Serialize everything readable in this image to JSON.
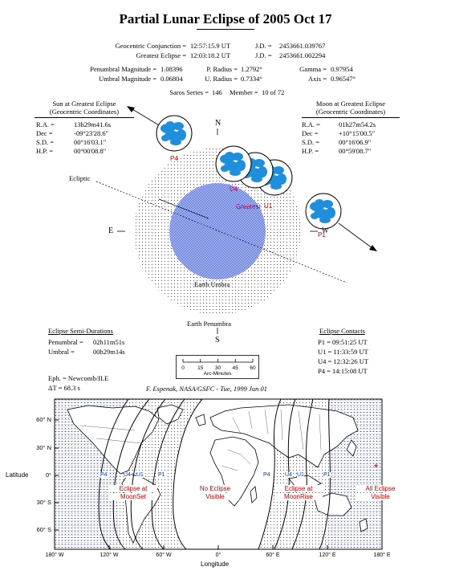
{
  "title": "Partial Lunar Eclipse of 2005 Oct 17",
  "header": {
    "geo_conj_label": "Geocentric Conjunction =",
    "geo_conj_val": "12:57:15.9  UT",
    "geo_conj_jd_label": "J.D. =",
    "geo_conj_jd": "2453661.039767",
    "greatest_label": "Greatest Eclipse =",
    "greatest_val": "12:03:18.2  UT",
    "greatest_jd_label": "J.D. =",
    "greatest_jd": "2453661.002294",
    "pen_mag_label": "Penumbral Magnitude =",
    "pen_mag": "1.08396",
    "p_radius_label": "P. Radius =",
    "p_radius": "1.2792°",
    "gamma_label": "Gamma =",
    "gamma": "0.97954",
    "umb_mag_label": "Umbral Magnitude =",
    "umb_mag": "0.06804",
    "u_radius_label": "U. Radius =",
    "u_radius": "0.7334°",
    "axis_label": "Axis =",
    "axis": "0.96547°",
    "saros_label": "Saros Series =",
    "saros": "146",
    "member_label": "Member =",
    "member": "10 of 72"
  },
  "sun": {
    "heading1": "Sun at Greatest Eclipse",
    "heading2": "(Geocentric Coordinates)",
    "rows": [
      {
        "k": "R.A. =",
        "v": "13h29m41.6s"
      },
      {
        "k": "Dec =",
        "v": "-09°23'28.6\""
      },
      {
        "k": "S.D. =",
        "v": "00°16'03.1\""
      },
      {
        "k": "H.P. =",
        "v": "00°00'08.8\""
      }
    ]
  },
  "moon": {
    "heading1": "Moon at Greatest Eclipse",
    "heading2": "(Geocentric Coordinates)",
    "rows": [
      {
        "k": "R.A. =",
        "v": "01h27m54.2s"
      },
      {
        "k": "Dec =",
        "v": "+10°15'00.5\""
      },
      {
        "k": "S.D. =",
        "v": "00°16'06.9\""
      },
      {
        "k": "H.P. =",
        "v": "00°59'08.7\""
      }
    ]
  },
  "diagram": {
    "north": "N",
    "south": "S",
    "east": "E",
    "west": "W",
    "ecliptic": "Ecliptic",
    "umbra": "Earth Umbra",
    "penumbra": "Earth Penumbra",
    "p4": "P4",
    "u4": "U4",
    "greatest": "Greatest",
    "u1": "U1",
    "p1": "P1",
    "colors": {
      "dots": "#3344cc",
      "moon": "#1f8fdc",
      "contact": "#c00000"
    }
  },
  "semi": {
    "heading": "Eclipse Semi-Durations",
    "rows": [
      {
        "k": "Penumbral =",
        "v": "02h11m51s"
      },
      {
        "k": "Umbral =",
        "v": "00h29m14s"
      }
    ]
  },
  "contacts": {
    "heading": "Eclipse Contacts",
    "rows": [
      "P1 = 09:51:25 UT",
      "U1 = 11:33:59 UT",
      "U4 = 12:32:26 UT",
      "P4 = 14:15:08 UT"
    ]
  },
  "scale": {
    "ticks": [
      "0",
      "15",
      "30",
      "45",
      "60"
    ],
    "label": "Arc-Minutes"
  },
  "eph": "Eph. = Newcomb/ILE",
  "delta_t": "ΔT =     68.3 s",
  "credit": "F. Espenak, NASA/GSFC - Tue, 1999 Jun 01",
  "map": {
    "ylabel": "Latitude",
    "xlabel": "Longitude",
    "lat_ticks": [
      "60° N",
      "30° N",
      "0°",
      "30° S",
      "60° S"
    ],
    "lon_ticks": [
      "180° W",
      "120° W",
      "60° W",
      "0°",
      "60° E",
      "120° E",
      "180° E"
    ],
    "curve_labels_west": [
      "P4",
      "U4",
      "U1",
      "P1"
    ],
    "curve_labels_east": [
      "P4",
      "U4",
      "U1",
      "P1"
    ],
    "zones": [
      {
        "l1": "Eclipse at",
        "l2": "MoonSet"
      },
      {
        "l1": "No Eclipse",
        "l2": "Visible"
      },
      {
        "l1": "Eclipse at",
        "l2": "MoonRise"
      },
      {
        "l1": "All Eclipse",
        "l2": "Visible"
      }
    ],
    "marker": "*"
  }
}
